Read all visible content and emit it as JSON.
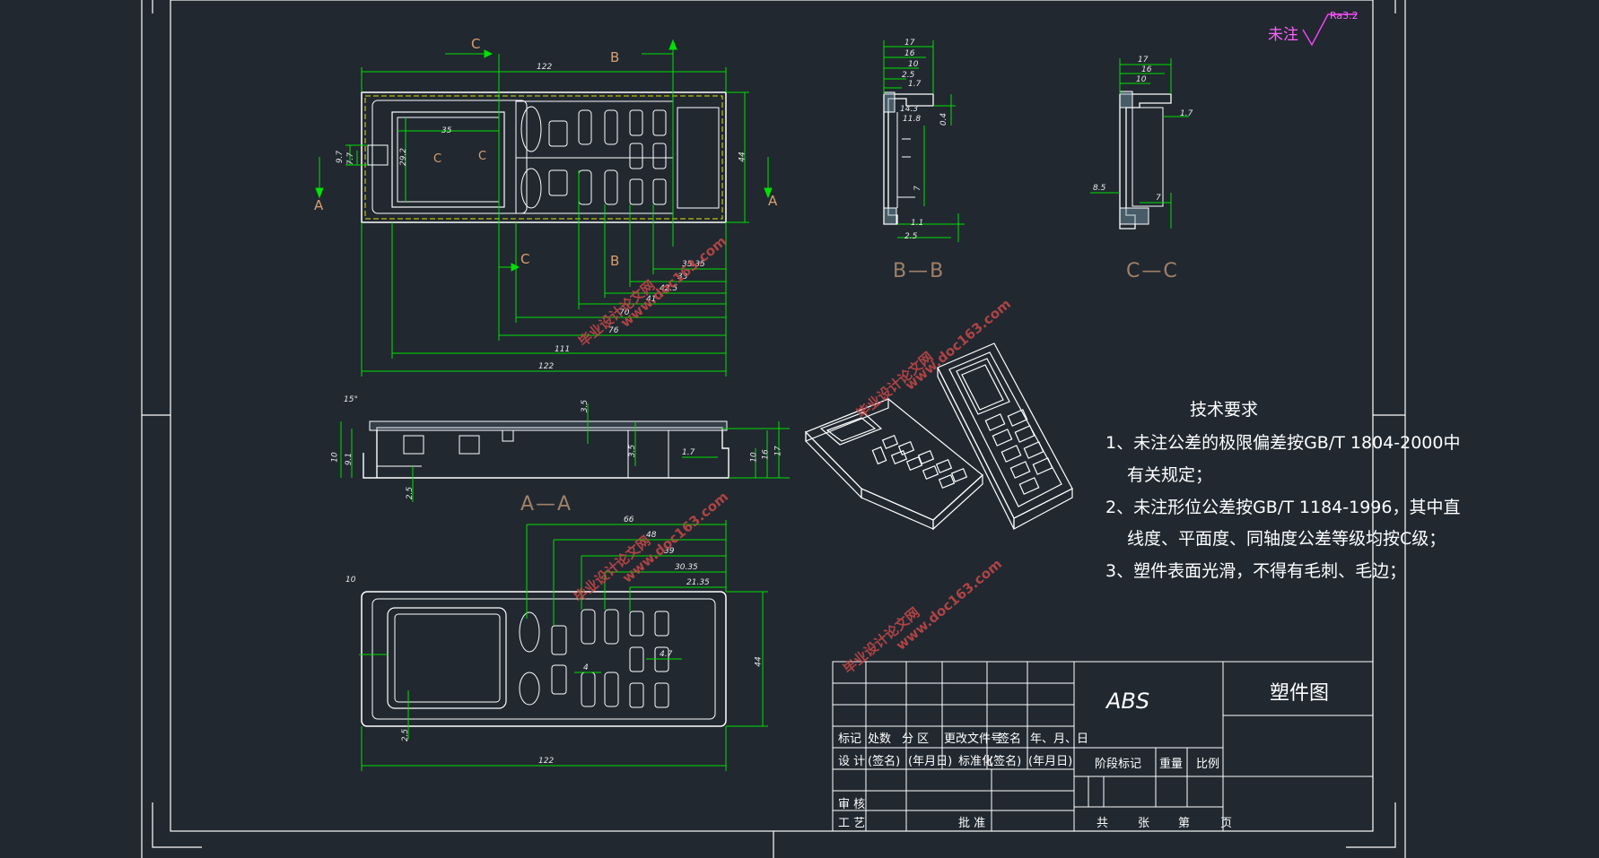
{
  "roughness": {
    "label": "未注",
    "value": "Ra3.2"
  },
  "tech_requirements": {
    "title": "技术要求",
    "lines": [
      "1、未注公差的极限偏差按GB/T 1804-2000中",
      "有关规定；",
      "2、未注形位公差按GB/T 1184-1996，其中直",
      "线度、平面度、同轴度公差等级均按C级；",
      "3、塑件表面光滑，不得有毛刺、毛边；"
    ]
  },
  "views": {
    "aa": "A—A",
    "bb": "B—B",
    "cc": "C—C"
  },
  "section_marks": {
    "a": "A",
    "b": "B",
    "c": "C"
  },
  "dimensions": {
    "top_overall": "122",
    "top_35": "35",
    "top_29": "29.2",
    "top_44": "44",
    "top_111": "111",
    "top_bottom_122": "122",
    "top_76": "76",
    "top_70": "70",
    "top_41": "41",
    "top_42_5": "42.5",
    "top_33": "33",
    "top_35_35": "35.35",
    "top_9_7": "9.7",
    "top_7_7": "7.7",
    "aa_15deg": "15°",
    "aa_3_5": "3.5",
    "aa_10": "10",
    "aa_9_1": "9.1",
    "aa_2_5": "2.5",
    "aa_3_5b": "3.5",
    "aa_1_7": "1.7",
    "aa_10b": "10",
    "aa_16": "16",
    "aa_17": "17",
    "bot_66": "66",
    "bot_48": "48",
    "bot_39": "39",
    "bot_30_35": "30.35",
    "bot_21_35": "21.35",
    "bot_10": "10",
    "bot_44": "44",
    "bot_122": "122",
    "bot_2_5": "2.5",
    "bot_4": "4",
    "bot_4_7": "4.7",
    "bb_17": "17",
    "bb_16": "16",
    "bb_10": "10",
    "bb_2_5": "2.5",
    "bb_1_7": "1.7",
    "bb_14_3": "14.3",
    "bb_11_8": "11.8",
    "bb_0_4": "0.4",
    "bb_7": "7",
    "bb_1_1": "1.1",
    "bb_2_5b": "2.5",
    "cc_17": "17",
    "cc_16": "16",
    "cc_10": "10",
    "cc_1_7": "1.7",
    "cc_8_5": "8.5",
    "cc_7": "7"
  },
  "title_block": {
    "material": "ABS",
    "drawing_name": "塑件图",
    "row_headers": [
      "标记",
      "处数",
      "分 区",
      "更改文件号",
      "签名",
      "年、月、日"
    ],
    "design_row": [
      "设 计",
      "(签名)",
      "(年月日)",
      "标准化",
      "(签名)",
      "(年月日)"
    ],
    "stage_cells": [
      "阶段标记",
      "重量",
      "比例"
    ],
    "review": "审 核",
    "process": "工 艺",
    "approve": "批 准",
    "sheet_cells": [
      "共",
      "张",
      "第",
      "页"
    ]
  },
  "watermark": {
    "cn": "毕业设计论文网",
    "url": "www.doc163.com"
  },
  "colors": {
    "background": "#212830",
    "outline": "#ffffff",
    "dimension": "#00e000",
    "hidden": "#e0e000",
    "centerline": "#ff4040"
  }
}
